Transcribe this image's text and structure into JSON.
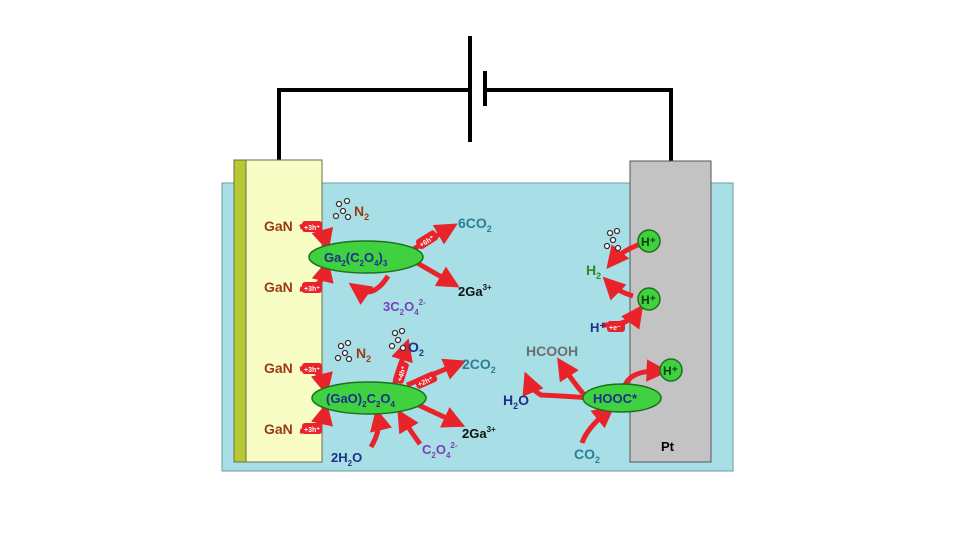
{
  "colors": {
    "electrolyte": "#a8dfe7",
    "anode": "#f7fdc4",
    "anode_edge": "#b8c832",
    "cathode": "#c3c3c3",
    "arrow": "#e8242a",
    "complex": "#3fd13f",
    "brown": "#9b3a12",
    "teal": "#2b7f93",
    "purple": "#7b3fb5",
    "navy": "#1f2f8a",
    "green_label": "#2a8a24",
    "gray_label": "#6e6e6e"
  },
  "anode": {
    "gan_1": "GaN",
    "gan_2": "GaN",
    "gan_3": "GaN",
    "gan_4": "GaN",
    "tag_3h": "+3h⁺",
    "n2_main": "N",
    "n2_sub": "2",
    "n2b_main": "N",
    "n2b_sub": "2",
    "o2_main": "O",
    "o2_sub": "2",
    "complex_top": {
      "ga": "Ga",
      "s1": "2",
      "p1": "(C",
      "s2": "2",
      "p2": "O",
      "s3": "4",
      "p3": ")",
      "s4": "3"
    },
    "complex_bottom": {
      "p1": "(GaO)",
      "s1": "2",
      "p2": "C",
      "s2": "2",
      "p3": "O",
      "s3": "4"
    },
    "co2_top": {
      "main": "6CO",
      "sub": "2"
    },
    "ga_top": {
      "main": "2Ga",
      "sup": "3+"
    },
    "c2o4_top": {
      "main": "3C",
      "s1": "2",
      "p2": "O",
      "s2": "4",
      "sup": "2-"
    },
    "co2_bottom": {
      "main": "2CO",
      "sub": "2"
    },
    "ga_bottom": {
      "main": "2Ga",
      "sup": "3+"
    },
    "h2o_bottom": {
      "main": "2H",
      "sub": "2",
      "tail": "O"
    },
    "c2o4_bottom": {
      "main": "C",
      "s1": "2",
      "p2": "O",
      "s2": "4",
      "sup": "2-"
    },
    "tag_6h": "+6h⁺",
    "tag_4h": "+4h⁺",
    "tag_2h": "+2h⁺"
  },
  "cathode": {
    "label": "Pt",
    "h_plus_1": "H⁺",
    "h_plus_2": "H⁺",
    "h_plus_3": "H⁺",
    "h2": {
      "main": "H",
      "sub": "2"
    },
    "h_plus_free": "H⁺",
    "tag_e": "+e⁻",
    "hcooh": "HCOOH",
    "hooc": "HOOC*",
    "h2o": {
      "main": "H",
      "sub": "2",
      "tail": "O"
    },
    "co2": {
      "main": "CO",
      "sub": "2"
    }
  }
}
